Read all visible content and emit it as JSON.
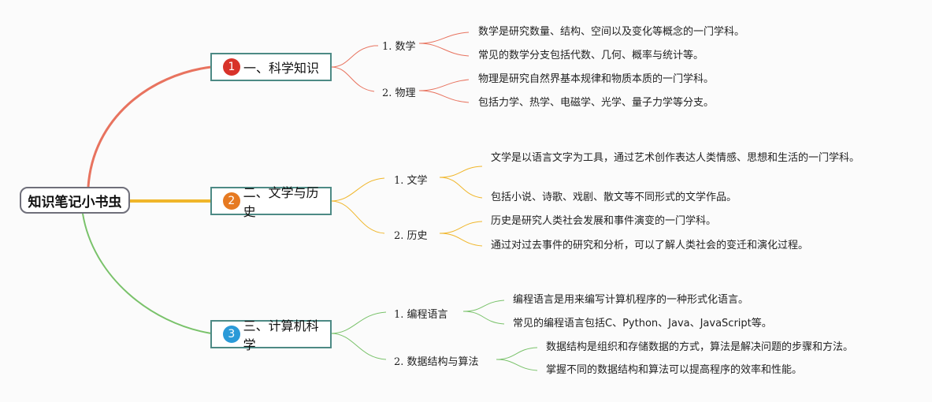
{
  "root": {
    "label": "知识笔记小书虫"
  },
  "colors": {
    "red": "#e8735f",
    "orange": "#f0a830",
    "green": "#79c26a",
    "badge_red": "#d8332a",
    "badge_orange": "#e67a22",
    "badge_blue": "#2a9ad8",
    "node_border": "#4d8a85"
  },
  "branches": [
    {
      "badge": "1",
      "label": "一、科学知识",
      "topics": [
        {
          "label": "1. 数学",
          "details": [
            "数学是研究数量、结构、空间以及变化等概念的一门学科。",
            "常见的数学分支包括代数、几何、概率与统计等。"
          ]
        },
        {
          "label": "2. 物理",
          "details": [
            "物理是研究自然界基本规律和物质本质的一门学科。",
            "包括力学、热学、电磁学、光学、量子力学等分支。"
          ]
        }
      ]
    },
    {
      "badge": "2",
      "label": "二、文学与历史",
      "topics": [
        {
          "label": "1. 文学",
          "details": [
            "文学是以语言文字为工具，通过艺术创作表达人类情感、思想和生活的一门学科。",
            "包括小说、诗歌、戏剧、散文等不同形式的文学作品。"
          ]
        },
        {
          "label": "2. 历史",
          "details": [
            "历史是研究人类社会发展和事件演变的一门学科。",
            "通过对过去事件的研究和分析，可以了解人类社会的变迁和演化过程。"
          ]
        }
      ]
    },
    {
      "badge": "3",
      "label": "三、计算机科学",
      "topics": [
        {
          "label": "1. 编程语言",
          "details": [
            "编程语言是用来编写计算机程序的一种形式化语言。",
            "常见的编程语言包括C、Python、Java、JavaScript等。"
          ]
        },
        {
          "label": "2. 数据结构与算法",
          "details": [
            "数据结构是组织和存储数据的方式，算法是解决问题的步骤和方法。",
            "掌握不同的数据结构和算法可以提高程序的效率和性能。"
          ]
        }
      ]
    }
  ]
}
